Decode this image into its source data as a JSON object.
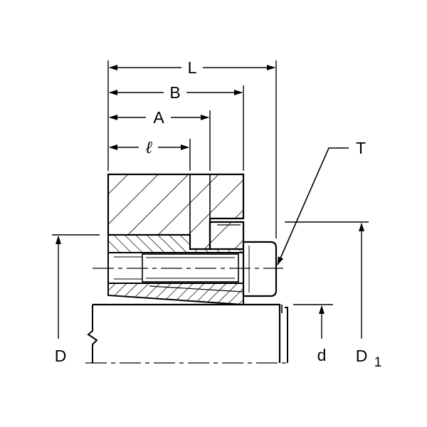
{
  "labels": {
    "L": "L",
    "B": "B",
    "A": "A",
    "ell": "ℓ",
    "T": "T",
    "D": "D",
    "d": "d",
    "D1_main": "D",
    "D1_sub": "1"
  },
  "colors": {
    "ink": "#000000",
    "paper": "#ffffff"
  }
}
